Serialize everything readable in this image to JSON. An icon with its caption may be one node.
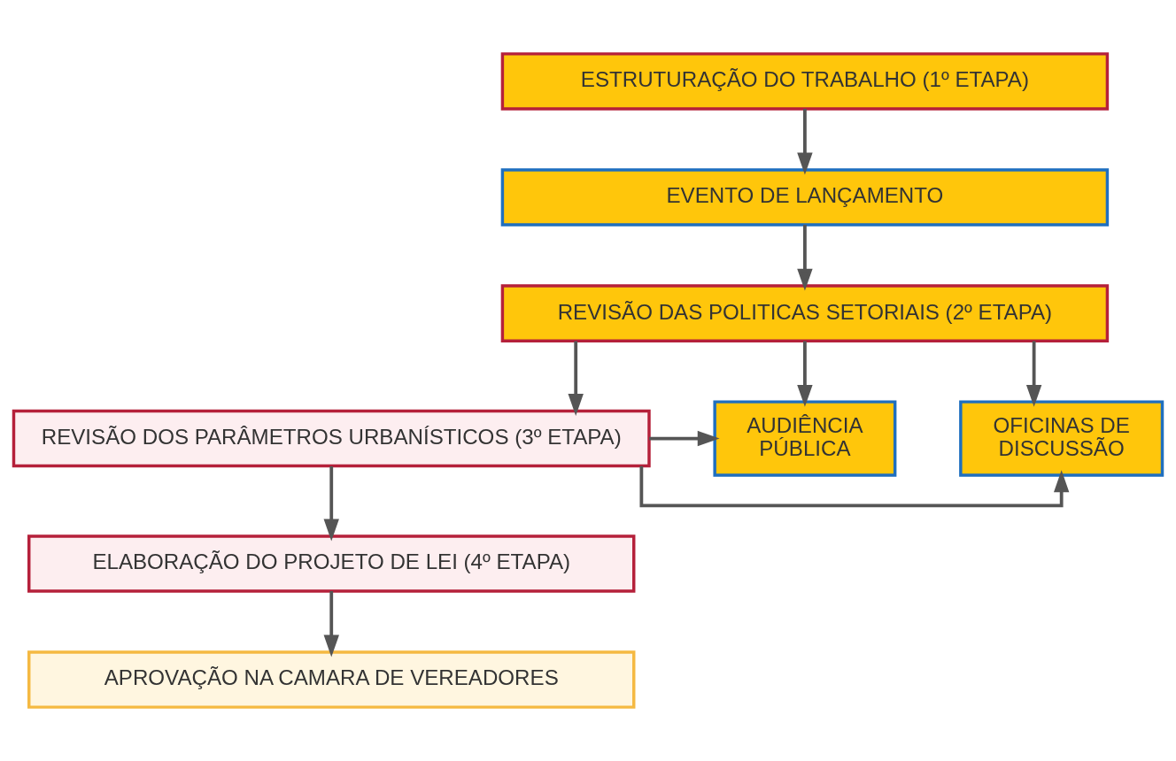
{
  "diagram": {
    "nodes": [
      {
        "text": [
          "ESTRUTURAÇÃO DO TRABALHO (1º ETAPA)"
        ]
      },
      {
        "text": [
          "EVENTO DE LANÇAMENTO"
        ]
      },
      {
        "text": [
          "REVISÃO DAS POLITICAS SETORIAIS (2º ETAPA)"
        ]
      },
      {
        "text": [
          "OFICINAS DE DISCUSSÃO"
        ]
      },
      {
        "text": [
          "AUDIÊNCIA PÚBLICA"
        ]
      },
      {
        "text": [
          "REVISÃO DOS PARÂMETROS URBANÍSTICOS (3º ETAPA)"
        ]
      },
      {
        "text": [
          "ELABORAÇÃO DO PROJETO DE LEI (4º ETAPA)"
        ]
      },
      {
        "text": [
          "APROVAÇÃO NA CAMARA DE VEREADORES"
        ]
      }
    ],
    "edges": [
      {
        "from": 0,
        "to": 1,
        "arrow": "to"
      },
      {
        "from": 1,
        "to": 2,
        "arrow": "to"
      },
      {
        "from": 2,
        "to": 3,
        "arrow": "to"
      },
      {
        "from": 2,
        "to": 4,
        "arrow": "to"
      },
      {
        "from": 2,
        "to": 5,
        "arrow": "to"
      },
      {
        "from": 5,
        "to": 3,
        "arrow": "to"
      },
      {
        "from": 5,
        "to": 4,
        "arrow": "to"
      },
      {
        "from": 5,
        "to": 6,
        "arrow": "to"
      },
      {
        "from": 6,
        "to": 7,
        "arrow": "to"
      }
    ]
  }
}
